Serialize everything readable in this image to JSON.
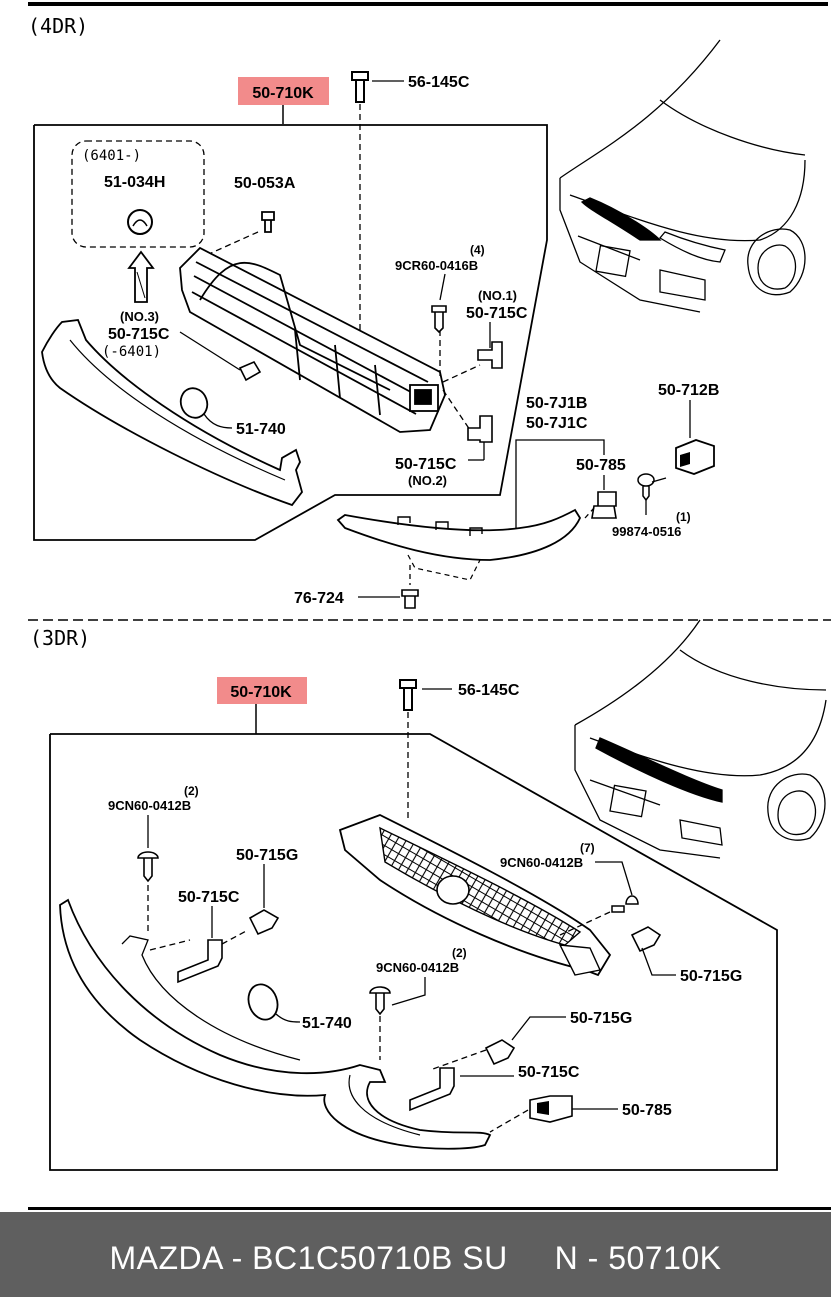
{
  "sections": {
    "top": {
      "title": "(4DR)",
      "highlight_label": "50-710K",
      "labels": {
        "bolt": "56-145C",
        "note_qty": "(6401-)",
        "emblem": "51-034H",
        "clip": "50-053A",
        "no3": "(NO.3)",
        "bracket_c": "50-715C",
        "bracket_c_note": "(-6401)",
        "cap": "51-740",
        "screw_qty": "(4)",
        "screw": "9CR60-0416B",
        "no1": "(NO.1)",
        "bracket_c1": "50-715C",
        "bracket_c2": "50-715C",
        "no2": "(NO.2)",
        "molding_1": "50-7J1B",
        "molding_2": "50-7J1C",
        "fastener": "50-712B",
        "clip_785": "50-785",
        "screw2_qty": "(1)",
        "screw2": "99874-0516",
        "clip_724": "76-724"
      }
    },
    "bottom": {
      "title": "(3DR)",
      "highlight_label": "50-710K",
      "labels": {
        "bolt": "56-145C",
        "screw_left_qty": "(2)",
        "screw_left": "9CN60-0412B",
        "bracket_g1": "50-715G",
        "bracket_c1": "50-715C",
        "screw_right_qty": "(7)",
        "screw_right": "9CN60-0412B",
        "bracket_g2": "50-715G",
        "screw_mid_qty": "(2)",
        "screw_mid": "9CN60-0412B",
        "cap": "51-740",
        "bracket_g3": "50-715G",
        "bracket_c2": "50-715C",
        "clip_785": "50-785"
      }
    }
  },
  "footer": {
    "text": "MAZDA - BC1C50710B SU     N - 50710K"
  },
  "colors": {
    "highlight": "#f28b8b",
    "footer_bg": "#5f5f5f",
    "footer_text": "#ffffff"
  }
}
